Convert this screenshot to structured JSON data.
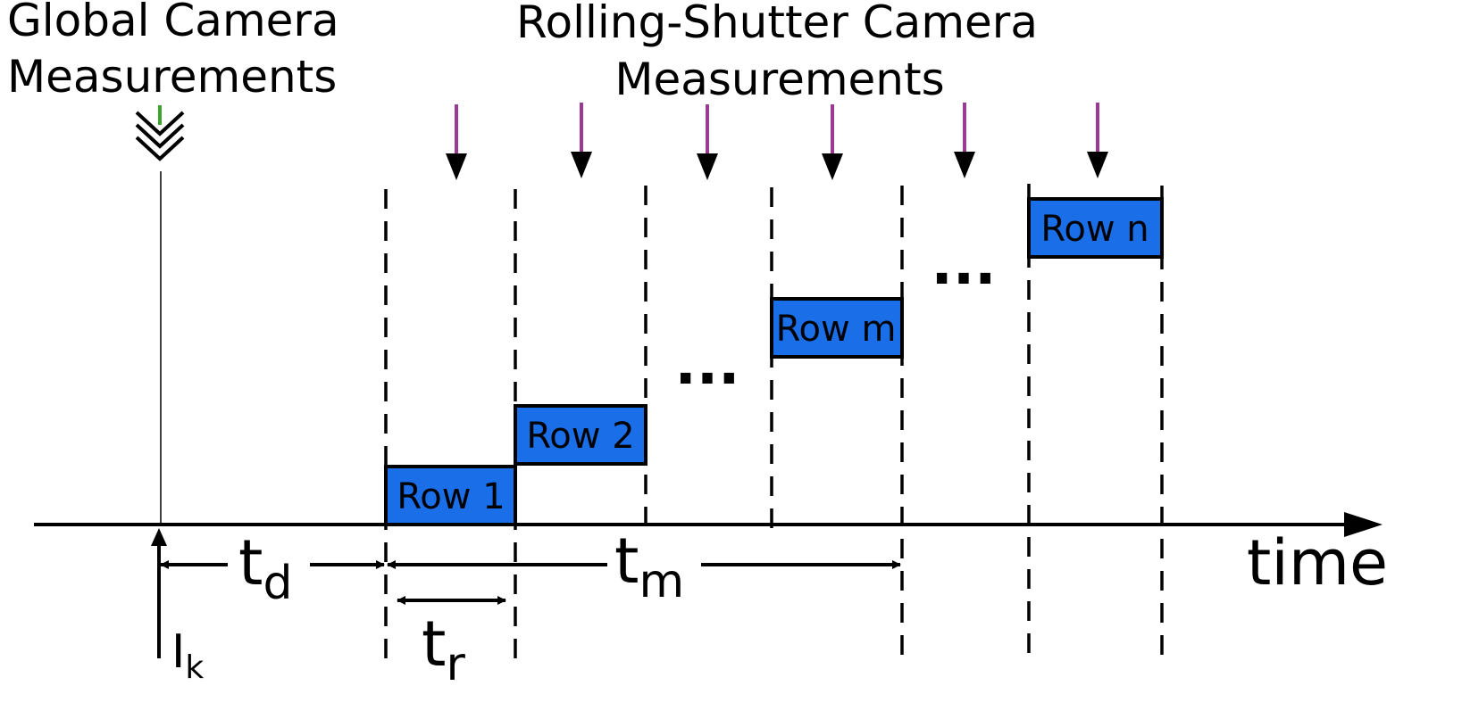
{
  "titles": {
    "global_line1": "Global Camera",
    "global_line2": "Measurements",
    "rolling_line1": "Rolling-Shutter Camera",
    "rolling_line2": "Measurements"
  },
  "rows": [
    {
      "label": "Row 1"
    },
    {
      "label": "Row 2"
    },
    {
      "label": "Row m"
    },
    {
      "label": "Row n"
    }
  ],
  "ellipses": [
    "...",
    "..."
  ],
  "axis": {
    "label": "time"
  },
  "intervals": {
    "td": {
      "main": "t",
      "sub": "d"
    },
    "tm": {
      "main": "t",
      "sub": "m"
    },
    "tr": {
      "main": "t",
      "sub": "r"
    },
    "ik": {
      "main": "I",
      "sub": "k"
    }
  },
  "colors": {
    "row_fill": "#1a6ee8",
    "rolling_arrow": "#9b3a93",
    "global_arrow": "#3aa52a",
    "ink": "#000000"
  },
  "rolling_arrow_count": 6
}
